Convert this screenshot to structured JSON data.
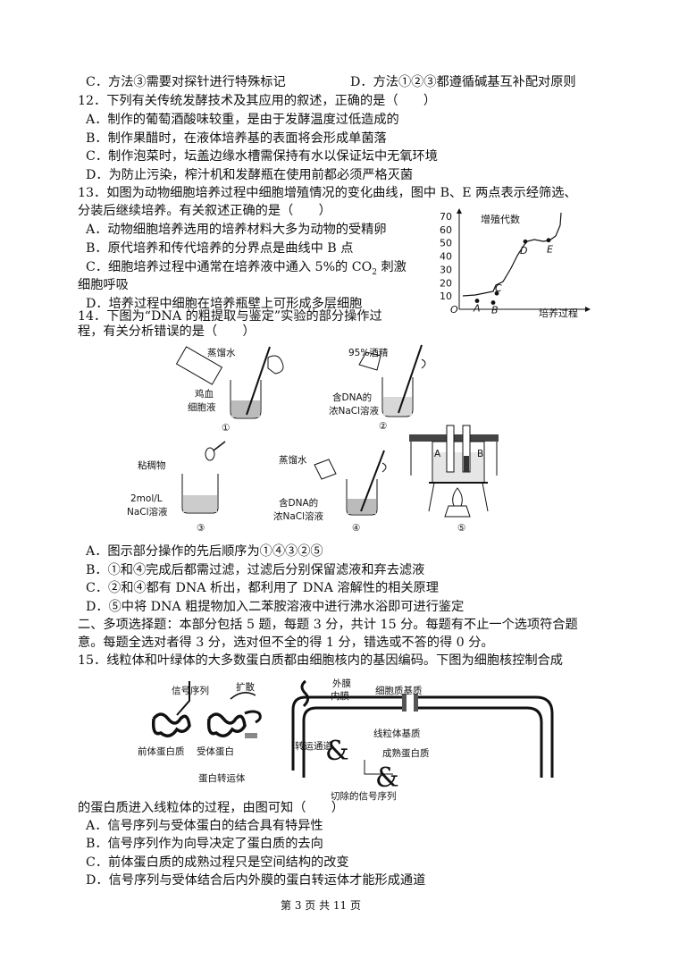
{
  "top": {
    "c": "C．方法③需要对探针进行特殊标记",
    "d": "D．方法①②③都遵循碱基互补配对原则"
  },
  "q12": {
    "stem": "12．下列有关传统发酵技术及其应用的叙述，正确的是（　　）",
    "a": "A．制作的葡萄酒酸味较重，是由于发酵温度过低造成的",
    "b": "B．制作果醋时，在液体培养基的表面将会形成单菌落",
    "c": "C．制作泡菜时，坛盖边缘水槽需保持有水以保证坛中无氧环境",
    "d": "D．为防止污染，榨汁机和发酵瓶在使用前都必须严格灭菌"
  },
  "q13": {
    "stem1": "13．如图为动物细胞培养过程中细胞增殖情况的变化曲线，图中 B、E 两点表示经筛选、",
    "stem2": "分装后继续培养。有关叙述正确的是（　　）",
    "a": "A．动物细胞培养选用的培养材料大多为动物的受精卵",
    "b": "B．原代培养和传代培养的分界点是曲线中 B 点",
    "c1": "C．细胞培养过程中通常在培养液中通入 5%的 CO",
    "c_sub": "2",
    "c2": " 刺激",
    "c3": "细胞呼吸",
    "d": "D．培养过程中细胞在培养瓶壁上可形成多层细胞"
  },
  "chart_data": {
    "type": "line",
    "ylabel": "增殖代数",
    "xlabel": "培养过程",
    "origin": "O",
    "yticks": [
      "10",
      "20",
      "30",
      "40",
      "50",
      "60",
      "70"
    ],
    "ylim": [
      0,
      75
    ],
    "points": [
      {
        "label": "A",
        "y": 5
      },
      {
        "label": "B",
        "y": 5
      },
      {
        "label": "C",
        "y": 12
      },
      {
        "label": "D",
        "y": 51
      },
      {
        "label": "E",
        "y": 52
      }
    ]
  },
  "q14": {
    "stem1": "14．下图为“DNA 的粗提取与鉴定”实验的部分操作过",
    "stem2": "程，有关分析错误的是（　　）",
    "fig": {
      "water1": "蒸馏水",
      "blood1": "鸡血",
      "blood2": "细胞液",
      "n1": "①",
      "alcohol": "95%酒精",
      "dna1a": "含DNA的",
      "dna1b": "浓NaCl溶液",
      "n2": "②",
      "sticky": "粘稠物",
      "nacl1": "2mol/L",
      "nacl2": "NaCl溶液",
      "n3": "③",
      "water2": "蒸馏水",
      "dna2a": "含DNA的",
      "dna2b": "浓NaCl溶液",
      "n4": "④",
      "tubeA": "A",
      "tubeB": "B",
      "n5": "⑤"
    },
    "a": "A．图示部分操作的先后顺序为①④③②⑤",
    "b": "B．①和④完成后都需过滤，过滤后分别保留滤液和弃去滤液",
    "c": "C．②和④都有 DNA 析出，都利用了 DNA 溶解性的相关原理",
    "d": "D．⑤中将 DNA 粗提物加入二苯胺溶液中进行沸水浴即可进行鉴定"
  },
  "sec2": {
    "line1": "二、多项选择题：本部分包括 5 题，每题 3 分，共计 15 分。每题有不止一个选项符合题",
    "line2": "意。每题全选对者得 3 分，选对但不全的得 1 分，错选或不答的得 0 分。"
  },
  "q15": {
    "stem1": "15．线粒体和叶绿体的大多数蛋白质都由细胞核内的基因编码。下图为细胞核控制合成",
    "fig": {
      "signal": "信号序列",
      "diffuse": "扩散",
      "outer": "外膜",
      "inner": "内膜",
      "cytoplasm": "细胞质基质",
      "precursor": "前体蛋白质",
      "receptor": "受体蛋白",
      "transport_channel": "转运通道",
      "matrix": "线粒体基质",
      "mature": "成熟蛋白质",
      "transporter": "蛋白转运体",
      "cut_signal": "切除的信号序列"
    },
    "stem2": "的蛋白质进入线粒体的过程，由图可知（　　）",
    "a": "A．信号序列与受体蛋白的结合具有特异性",
    "b": "B．信号序列作为向导决定了蛋白质的去向",
    "c": "C．前体蛋白质的成熟过程只是空间结构的改变",
    "d": "D．信号序列与受体结合后内外膜的蛋白转运体才能形成通道"
  },
  "footer": "第 3 页 共 11 页"
}
